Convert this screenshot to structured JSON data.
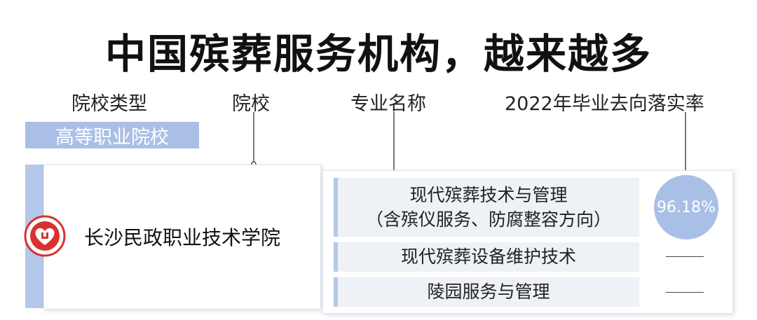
{
  "title": "中国殡葬服务机构，越来越多",
  "columns": {
    "type": "院校类型",
    "school": "院校",
    "major": "专业名称",
    "rate": "2022年毕业去向落实率"
  },
  "school_type": "高等职业院校",
  "school": {
    "name": "长沙民政职业技术学院",
    "logo_icon": "college-emblem-icon"
  },
  "majors": [
    {
      "line1": "现代殡葬技术与管理",
      "line2": "（含殡仪服务、防腐整容方向）",
      "rate": "96.18%"
    },
    {
      "line1": "现代殡葬设备维护技术",
      "line2": "",
      "rate": "——"
    },
    {
      "line1": "陵园服务与管理",
      "line2": "",
      "rate": "——"
    }
  ],
  "colors": {
    "accent": "#a9bfe6",
    "accent_light": "#b5c8ea",
    "row_bg": "#eef1f6",
    "logo_red": "#d8322e"
  }
}
